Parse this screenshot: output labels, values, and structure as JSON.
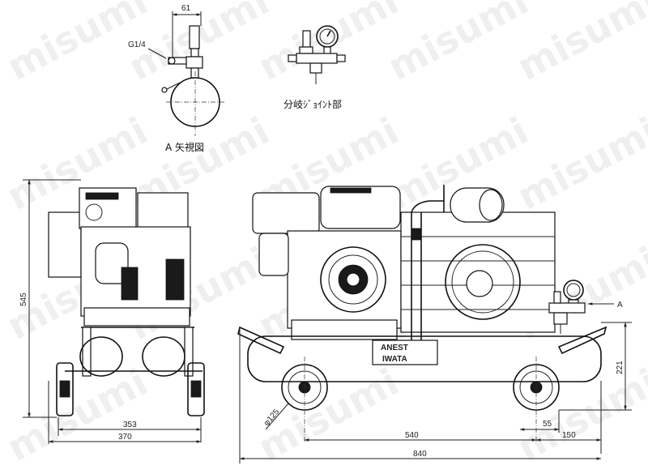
{
  "watermark": "misumi",
  "labels": {
    "view_a": "A 矢視図",
    "branch_joint": "分岐ｼﾞｮｲﾝﾄ部",
    "arrow_a": "A",
    "thread": "G1/4",
    "brand_line1": "ANEST",
    "brand_line2": "IWATA"
  },
  "dimensions": {
    "d61": "61",
    "d545": "545",
    "d353": "353",
    "d370": "370",
    "d125": "φ125",
    "d221": "221",
    "d540": "540",
    "d55": "55",
    "d150": "150",
    "d840": "840"
  }
}
